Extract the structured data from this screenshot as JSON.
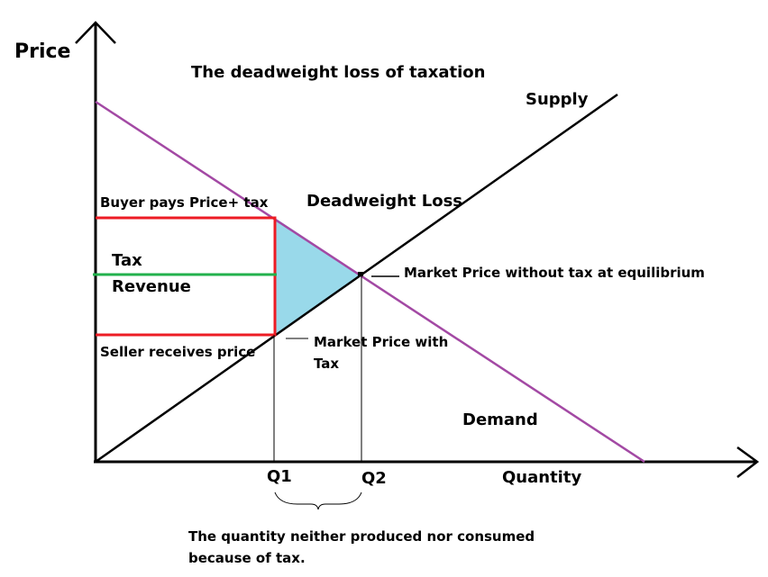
{
  "title": "The deadweight loss of taxation",
  "axes": {
    "y_label": "Price",
    "x_label": "Quantity"
  },
  "curves": {
    "supply_label": "Supply",
    "demand_label": "Demand"
  },
  "labels": {
    "deadweight_loss": "Deadweight Loss",
    "buyer_pays": "Buyer pays Price+ tax",
    "seller_receives": "Seller receives price",
    "tax_revenue_line1": "Tax",
    "tax_revenue_line2": "Revenue",
    "equilibrium": "Market Price without tax at equilibrium",
    "market_price_tax_line1": "Market Price with",
    "market_price_tax_line2": "Tax",
    "q1": "Q1",
    "q2": "Q2",
    "note_line1": "The quantity neither produced nor consumed",
    "note_line2": "because of tax."
  },
  "colors": {
    "demand": "#a349a4",
    "supply": "#000000",
    "tax_box": "#ed1c24",
    "equilibrium_line": "#22b14c",
    "deadweight_fill": "#99d9ea"
  }
}
